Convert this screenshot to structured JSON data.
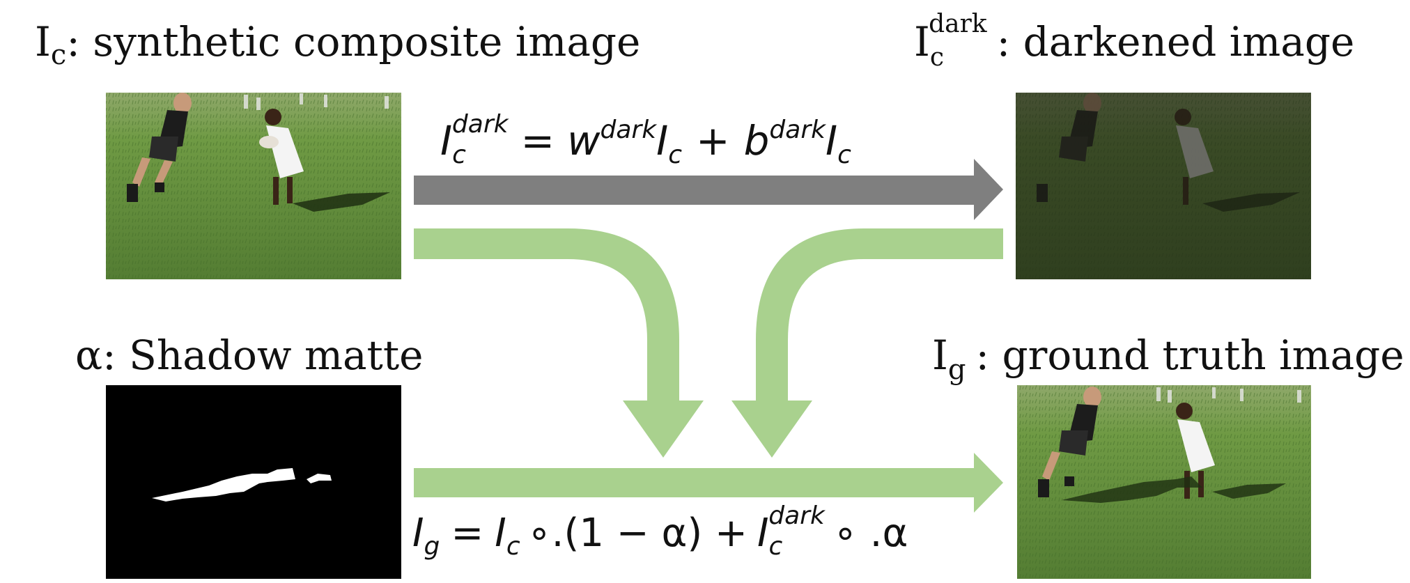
{
  "labels": {
    "composite": {
      "symbol": "I",
      "sub": "c",
      "text": ": synthetic composite image"
    },
    "darkened": {
      "symbol": "I",
      "sub": "c",
      "sup": "dark",
      "text": ": darkened  image"
    },
    "matte": {
      "symbol": "α",
      "text": ":  Shadow matte"
    },
    "ground_truth": {
      "symbol": "I",
      "sub": "g",
      "text": ": ground truth image"
    }
  },
  "formulas": {
    "dark": {
      "lhs": "I",
      "lhs_sub": "c",
      "lhs_sup": "dark",
      "eq": "=",
      "w": "w",
      "w_sup": "dark",
      "i1": "I",
      "i1_sub": "c",
      "plus": "+",
      "b": "b",
      "b_sup": "dark",
      "i2": "I",
      "i2_sub": "c"
    },
    "ground_truth": {
      "lhs": "I",
      "lhs_sub": "g",
      "eq": "=",
      "ic": "I",
      "ic_sub": "c",
      "op1": "∘.(1  − α) +",
      "id": "I",
      "id_sub": "c",
      "id_sup": "dark",
      "op2": "∘ .α"
    }
  },
  "colors": {
    "gray_arrow": "#7f7f7f",
    "green_arrow": "#a9d18e",
    "grass": "#5f8a3a",
    "matte_bg": "#000000",
    "matte_shape": "#ffffff"
  }
}
